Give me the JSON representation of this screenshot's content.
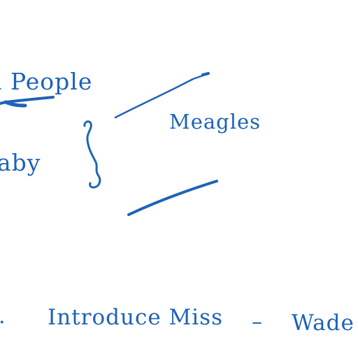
{
  "manuscript": {
    "ink_color": "#1e63b6",
    "paper_color": "#ffffff",
    "lines": {
      "people": "l People",
      "meagles": "Meagles",
      "baby": "aby",
      "trailing_mark": ".",
      "introduce": "Introduce Miss",
      "dash": "–",
      "wade": "Wade"
    },
    "marks": [
      {
        "name": "arrow-left-mark",
        "kind": "arrow"
      },
      {
        "name": "curly-brace-mark",
        "kind": "brace"
      },
      {
        "name": "upper-diagonal-line",
        "kind": "line"
      },
      {
        "name": "lower-diagonal-line",
        "kind": "line"
      }
    ]
  }
}
